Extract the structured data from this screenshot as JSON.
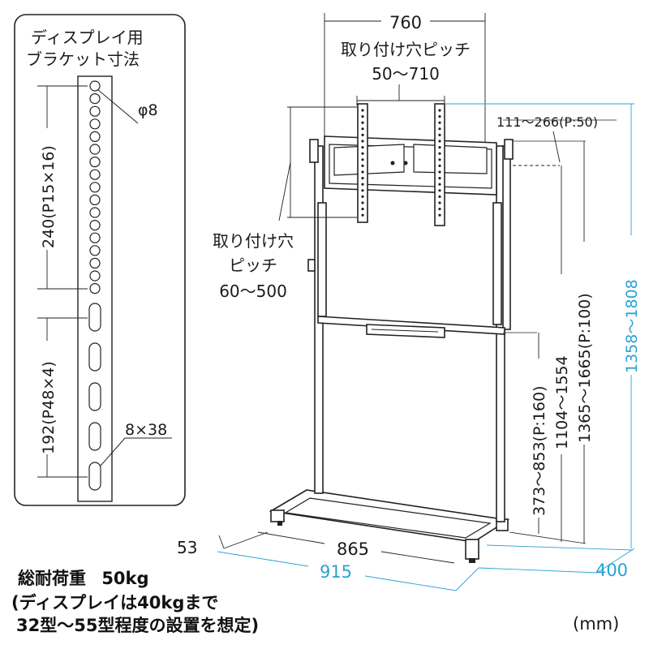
{
  "bracket_panel": {
    "title_line1": "ディスプレイ用",
    "title_line2": "ブラケット寸法",
    "hole_diameter": "φ8",
    "round_hole_span": "240(P15×16)",
    "slot_span": "192(P48×4)",
    "slot_size": "8×38"
  },
  "dimensions": {
    "top_width": "760",
    "mount_pitch_horizontal_label": "取り付け穴ピッチ",
    "mount_pitch_horizontal_range": "50〜710",
    "mount_pitch_vertical_label_line1": "取り付け穴",
    "mount_pitch_vertical_label_line2": "ピッチ",
    "mount_pitch_vertical_range": "60〜500",
    "bracket_offset": "111〜266(P:50)",
    "shelf_height": "373〜853(P:160)",
    "bracket_height": "1104〜1554",
    "bracket_top_height": "1365〜1665(P:100)",
    "total_height": "1358〜1808",
    "base_inner_width": "865",
    "foot_width": "53",
    "total_width": "915",
    "depth": "400"
  },
  "notes": {
    "load_label": "総耐荷重",
    "load_value": "50kg",
    "display_limit": "(ディスプレイは40kgまで",
    "size_range": "32型〜55型程度の設置を想定)",
    "unit": "(mm)"
  },
  "colors": {
    "line": "#222222",
    "accent": "#29a3d6"
  }
}
